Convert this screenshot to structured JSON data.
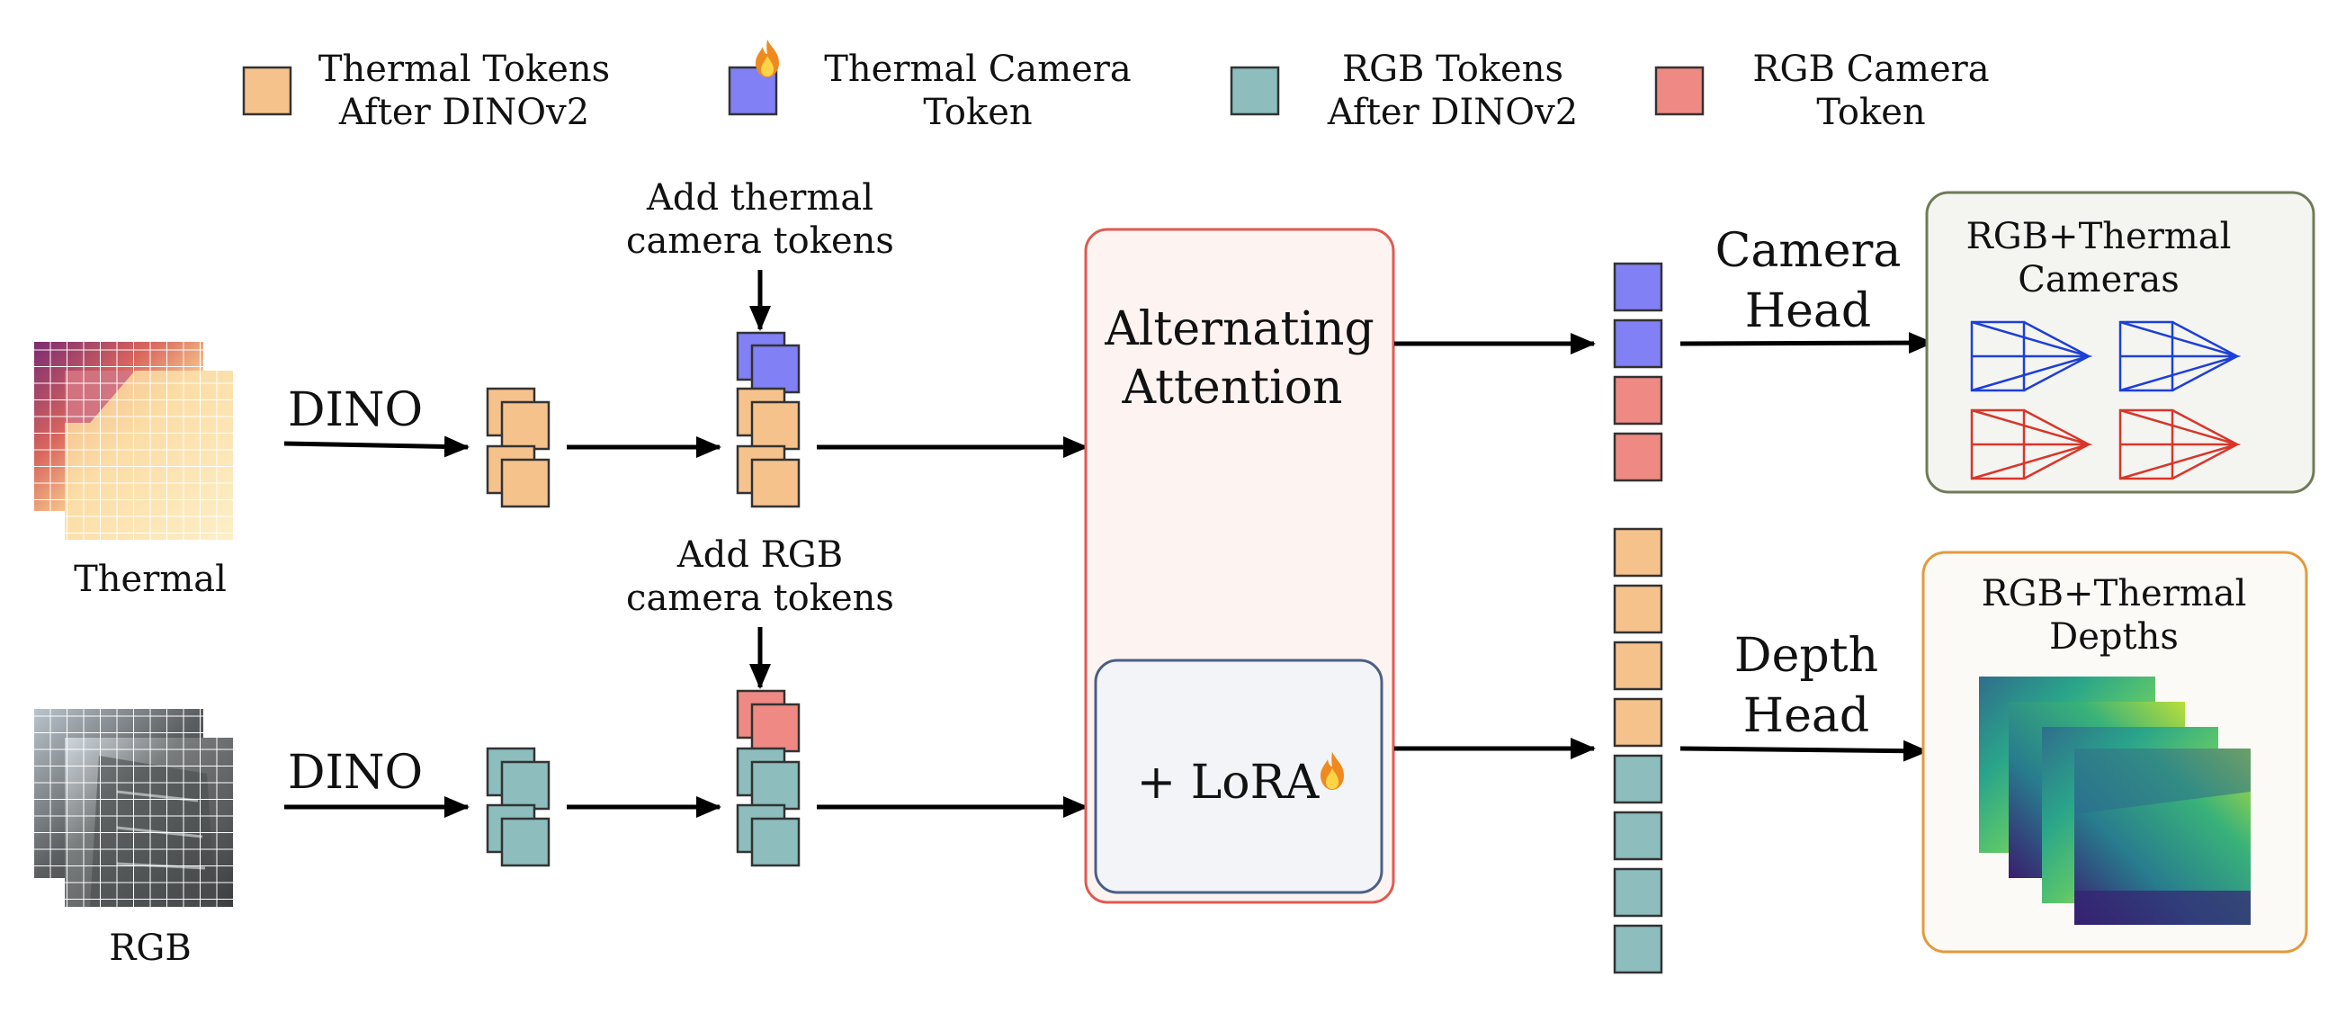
{
  "colors": {
    "thermal_token": "#F6C28C",
    "thermal_camera_token": "#8180F5",
    "rgb_token": "#8DBDBD",
    "rgb_camera_token": "#EE8A83",
    "attention_border": "#E05A52",
    "attention_fill": "#FDF4F2",
    "lora_border": "#4A5F87",
    "lora_fill": "#F3F4F8",
    "camera_box_border": "#6F7B58",
    "camera_box_fill": "#F4F5F1",
    "depth_box_border": "#E39A3D",
    "depth_box_fill": "#FCFAF6",
    "frustum_blue": "#1E3FD6",
    "frustum_red": "#D8362A"
  },
  "legend": [
    {
      "line1": "Thermal Tokens",
      "line2": "After DINOv2",
      "color_key": "thermal_token",
      "icon": ""
    },
    {
      "line1": "Thermal Camera",
      "line2": "Token",
      "color_key": "thermal_camera_token",
      "icon": "fire-icon"
    },
    {
      "line1": "RGB Tokens",
      "line2": "After DINOv2",
      "color_key": "rgb_token",
      "icon": ""
    },
    {
      "line1": "RGB Camera",
      "line2": "Token",
      "color_key": "rgb_camera_token",
      "icon": ""
    }
  ],
  "inputs": {
    "thermal_label": "Thermal",
    "rgb_label": "RGB"
  },
  "encoder": {
    "thermal_label": "DINO",
    "rgb_label": "DINO"
  },
  "add_tokens": {
    "thermal_line1": "Add thermal",
    "thermal_line2": "camera tokens",
    "rgb_line1": "Add RGB",
    "rgb_line2": "camera tokens"
  },
  "attention": {
    "line1": "Alternating",
    "line2": "Attention",
    "lora_label": "+ LoRA",
    "lora_icon": "fire-icon"
  },
  "heads": {
    "camera_line1": "Camera",
    "camera_line2": "Head",
    "depth_line1": "Depth",
    "depth_line2": "Head"
  },
  "outputs": {
    "cameras_line1": "RGB+Thermal",
    "cameras_line2": "Cameras",
    "depths_line1": "RGB+Thermal",
    "depths_line2": "Depths"
  }
}
